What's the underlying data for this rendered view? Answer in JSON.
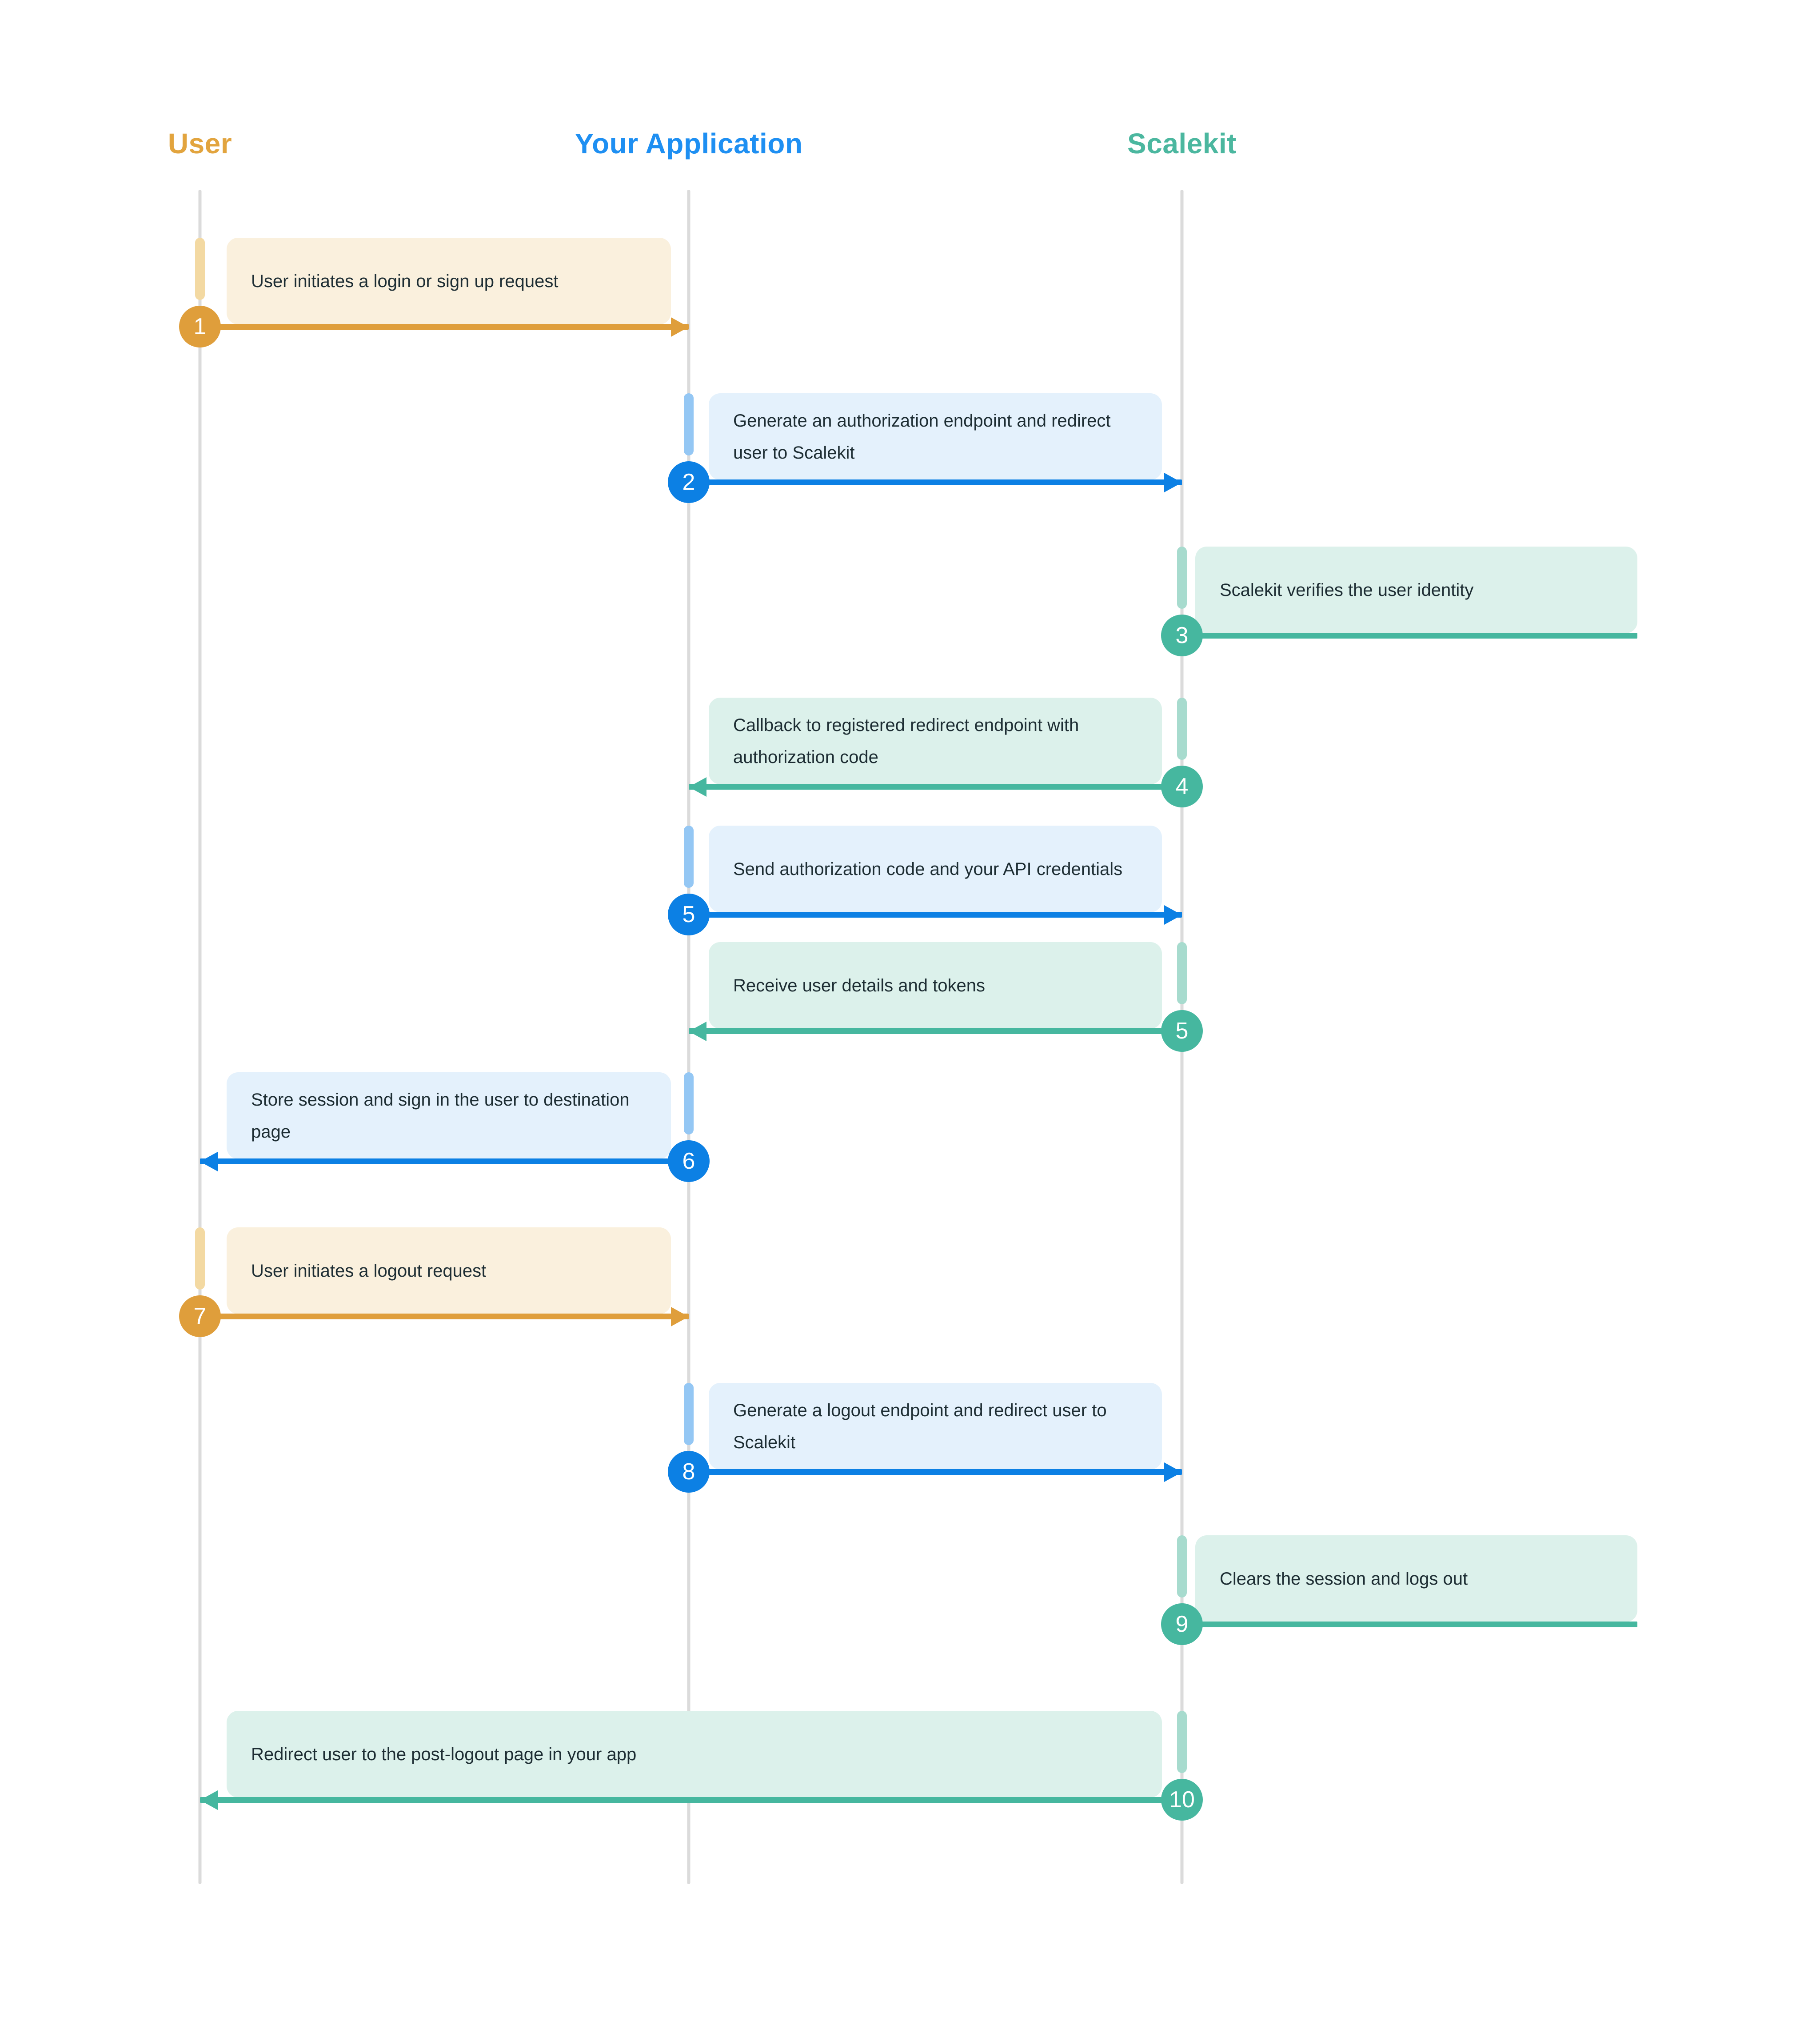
{
  "page": {
    "background": "#FFFFFF"
  },
  "diagram": {
    "type": "sequence",
    "actors": [
      {
        "id": "user",
        "label": "User",
        "label_color": "#E2A43E",
        "accent": "#DF9E3B",
        "activation_color": "#F3D9A2",
        "box_color": "#FAF0DD"
      },
      {
        "id": "app",
        "label": "Your Application",
        "label_color": "#1E8FF2",
        "accent": "#0C80E4",
        "activation_color": "#94C7F4",
        "box_color": "#E4F1FC"
      },
      {
        "id": "scalekit",
        "label": "Scalekit",
        "label_color": "#4BB79F",
        "accent": "#46B79F",
        "activation_color": "#A7DBCE",
        "box_color": "#DCF1EB"
      }
    ],
    "colors": {
      "lifeline": "#DBDBDB",
      "message_text": "#1D2D33",
      "badge_text": "#FFFFFF"
    },
    "messages": [
      {
        "step": "1",
        "text": "User initiates a login or sign up request",
        "from": "user",
        "to": "app",
        "theme": "orange",
        "kind": "arrow-right"
      },
      {
        "step": "2",
        "text": "Generate an authorization endpoint and redirect user to Scalekit",
        "from": "app",
        "to": "scalekit",
        "theme": "blue",
        "kind": "arrow-right"
      },
      {
        "step": "3",
        "text": "Scalekit verifies the user identity",
        "from": "scalekit",
        "to": "scalekit",
        "theme": "teal",
        "kind": "self"
      },
      {
        "step": "4",
        "text": "Callback to registered redirect endpoint with authorization code",
        "from": "scalekit",
        "to": "app",
        "theme": "teal",
        "kind": "arrow-left"
      },
      {
        "step": "5",
        "text": "Send authorization code and your API credentials",
        "from": "app",
        "to": "scalekit",
        "theme": "blue",
        "kind": "arrow-right"
      },
      {
        "step": "5",
        "text": "Receive user details and tokens",
        "from": "scalekit",
        "to": "app",
        "theme": "teal",
        "kind": "arrow-left"
      },
      {
        "step": "6",
        "text": "Store session and sign in the user to destination page",
        "from": "app",
        "to": "user",
        "theme": "blue",
        "kind": "arrow-left"
      },
      {
        "step": "7",
        "text": "User initiates a logout request",
        "from": "user",
        "to": "app",
        "theme": "orange",
        "kind": "arrow-right"
      },
      {
        "step": "8",
        "text": "Generate a logout endpoint and redirect user to Scalekit",
        "from": "app",
        "to": "scalekit",
        "theme": "blue",
        "kind": "arrow-right"
      },
      {
        "step": "9",
        "text": "Clears the session and logs out",
        "from": "scalekit",
        "to": "scalekit",
        "theme": "teal",
        "kind": "self"
      },
      {
        "step": "10",
        "text": "Redirect user to the post-logout page in your app",
        "from": "scalekit",
        "to": "user",
        "theme": "teal",
        "kind": "arrow-left"
      }
    ]
  }
}
